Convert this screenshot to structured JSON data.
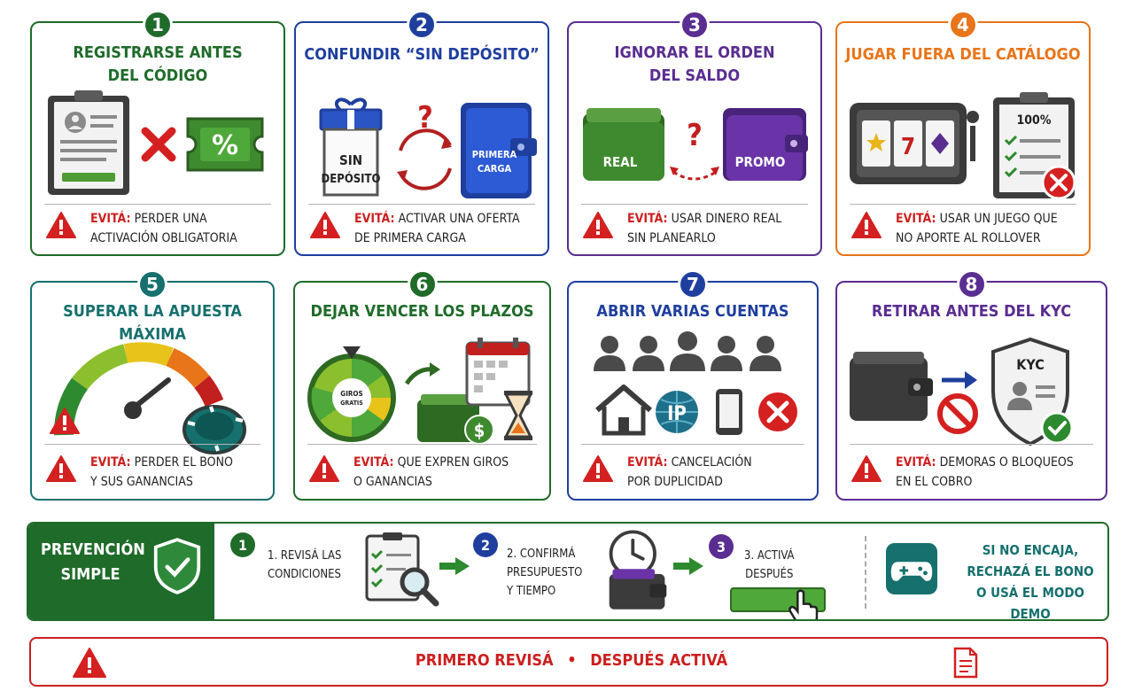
{
  "cards": [
    {
      "num": "1",
      "title_l1": "Registrarse antes",
      "title_l2": "del código",
      "label": "Evitá:",
      "text_l1": "perder una",
      "text_l2": "activación obligatoria",
      "ill_text": "%"
    },
    {
      "num": "2",
      "title_l1": "Confundir “sin depósito”",
      "title_l2": "",
      "label": "Evitá:",
      "text_l1": "activar una oferta",
      "text_l2": "de primera carga",
      "gift_l1": "SIN",
      "gift_l2": "DEPÓSITO",
      "wallet_l1": "PRIMERA",
      "wallet_l2": "CARGA",
      "q": "?"
    },
    {
      "num": "3",
      "title_l1": "Ignorar el orden",
      "title_l2": "del saldo",
      "label": "Evitá:",
      "text_l1": "usar dinero real",
      "text_l2": "sin planearlo",
      "real": "REAL",
      "promo": "PROMO",
      "q": "?"
    },
    {
      "num": "4",
      "title_l1": "Jugar fuera del catálogo",
      "title_l2": "",
      "label": "Evitá:",
      "text_l1": "usar un juego que",
      "text_l2": "no aporte al rollover",
      "seven": "7",
      "pct": "100%"
    },
    {
      "num": "5",
      "title_l1": "Superar la apuesta máxima",
      "title_l2": "",
      "label": "Evitá:",
      "text_l1": "perder el bono",
      "text_l2": "y sus ganancias"
    },
    {
      "num": "6",
      "title_l1": "Dejar vencer los plazos",
      "title_l2": "",
      "label": "Evitá:",
      "text_l1": "que expren giros",
      "text_l2": "o ganancias",
      "wheel_l1": "GIROS",
      "wheel_l2": "GRATIS",
      "dollar": "$"
    },
    {
      "num": "7",
      "title_l1": "Abrir varias cuentas",
      "title_l2": "",
      "label": "Evitá:",
      "text_l1": "cancelación",
      "text_l2": "por duplicidad",
      "ip": "IP"
    },
    {
      "num": "8",
      "title_l1": "Retirar antes del KYC",
      "title_l2": "",
      "label": "Evitá:",
      "text_l1": "demoras o bloqueos",
      "text_l2": "en el cobro",
      "kyc": "KYC"
    }
  ],
  "prevention": {
    "title_l1": "Prevención",
    "title_l2": "simple",
    "steps": [
      {
        "num": "1",
        "l1": "1. Revisá las",
        "l2": "condiciones",
        "l3": ""
      },
      {
        "num": "2",
        "l1": "2. Confirmá",
        "l2": "presupuesto",
        "l3": "y tiempo"
      },
      {
        "num": "3",
        "l1": "3. Activá",
        "l2": "después",
        "l3": ""
      }
    ],
    "alt_l1": "Si no encaja,",
    "alt_l2": "rechazá el bono",
    "alt_l3": "o usá el modo demo"
  },
  "bottom": {
    "left": "PRIMERO REVISÁ",
    "sep": "•",
    "right": "DESPUÉS ACTIVÁ"
  },
  "colors": {
    "green": "#1f6b2a",
    "blue": "#1f3f9e",
    "purple": "#5a2d91",
    "orange": "#e8751a",
    "teal": "#16706d",
    "red": "#cc1f1f"
  }
}
